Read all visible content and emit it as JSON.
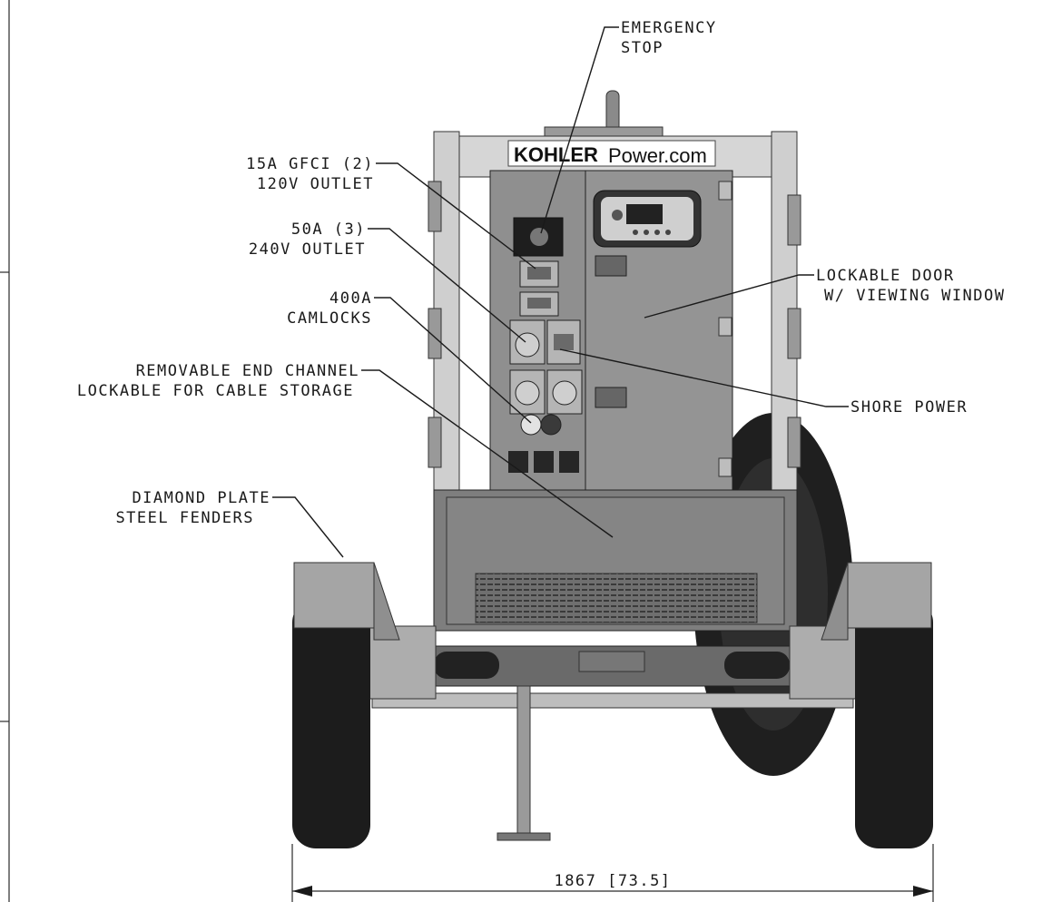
{
  "brand": {
    "logo_text": "KOHLER",
    "domain_text": "Power.com"
  },
  "callouts": {
    "emergency_stop": [
      "EMERGENCY",
      "STOP"
    ],
    "gfci_outlet": [
      "15A GFCI (2)",
      "120V OUTLET"
    ],
    "outlet_50a": [
      "50A (3)",
      "240V OUTLET"
    ],
    "camlocks": [
      "400A",
      "CAMLOCKS"
    ],
    "end_channel": [
      "REMOVABLE END CHANNEL",
      "LOCKABLE FOR CABLE STORAGE"
    ],
    "fenders": [
      "DIAMOND PLATE",
      "STEEL FENDERS"
    ],
    "lockable_door": [
      "LOCKABLE DOOR",
      "W/ VIEWING WINDOW"
    ],
    "shore_power": [
      "SHORE POWER"
    ]
  },
  "dimension": {
    "width_label": "1867 [73.5]"
  },
  "colors": {
    "panel": "#8f8f8f",
    "frame": "#c9c9c9",
    "dark": "#2b2b2b",
    "housing": "#7e7e7e"
  }
}
